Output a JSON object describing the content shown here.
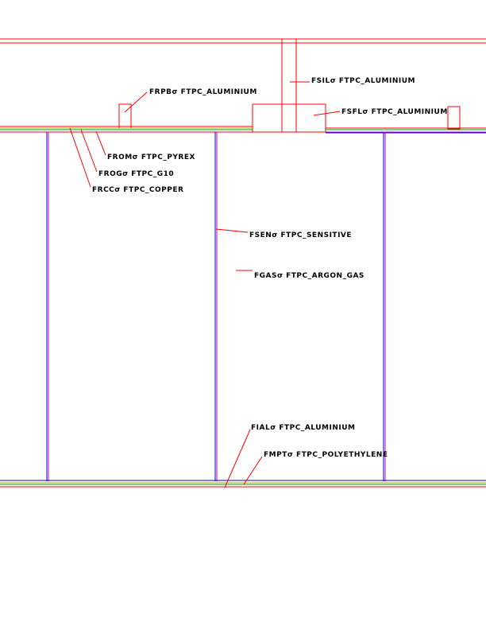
{
  "colors": {
    "outline": "#ff0000",
    "pointer": "#ff0000",
    "layer_green": "#00a000",
    "layer_yellow": "#c8a000",
    "wire_blue": "#0000cc",
    "layer_magenta": "#c000c0",
    "text": "#000000"
  },
  "labels": {
    "frpb": "FRPBσ FTPC_ALUMINIUM",
    "fsil": "FSILσ FTPC_ALUMINIUM",
    "fsfl": "FSFLσ FTPC_ALUMINIUM",
    "from": "FROMσ FTPC_PYREX",
    "frog": "FROGσ FTPC_G10",
    "frcc": "FRCCσ FTPC_COPPER",
    "fsen": "FSENσ FTPC_SENSITIVE",
    "fgas": "FGASσ FTPC_ARGON_GAS",
    "fial": "FIALσ FTPC_ALUMINIUM",
    "fmpt": "FMPTσ FTPC_POLYETHYLENE"
  }
}
